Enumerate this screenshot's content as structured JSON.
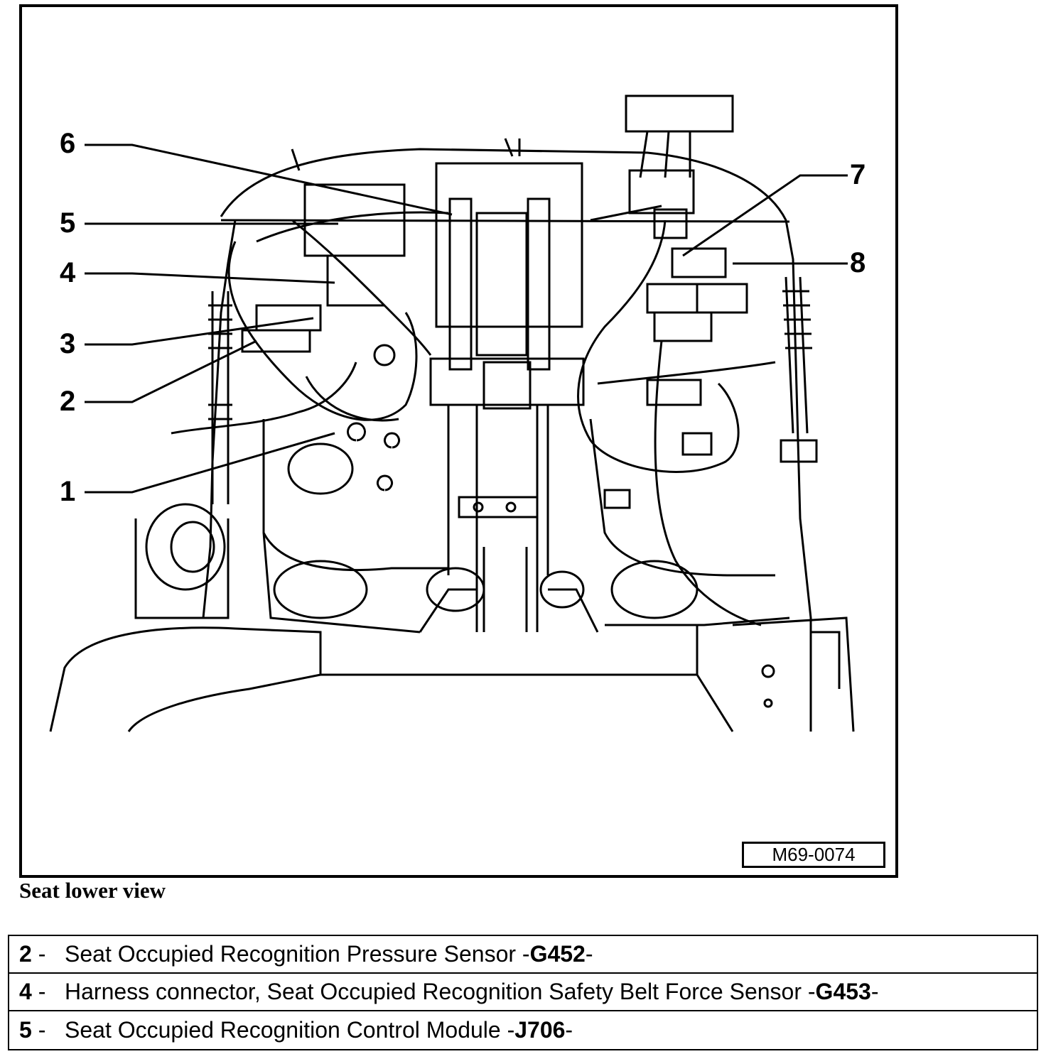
{
  "figure": {
    "callouts": [
      "6",
      "5",
      "4",
      "3",
      "2",
      "1",
      "7",
      "8"
    ],
    "figure_id": "M69-0074"
  },
  "caption": "Seat lower view",
  "legend": [
    {
      "num": "2",
      "text": "Seat Occupied Recognition Pressure Sensor -",
      "code": "G452",
      "suffix": "-"
    },
    {
      "num": "4",
      "text": "Harness connector, Seat Occupied Recognition Safety Belt Force Sensor -",
      "code": "G453",
      "suffix": "-"
    },
    {
      "num": "5",
      "text": "Seat Occupied Recognition Control Module -",
      "code": "J706",
      "suffix": "-"
    }
  ]
}
